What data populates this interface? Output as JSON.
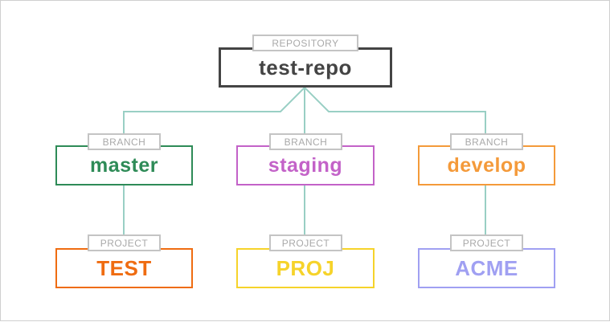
{
  "repository": {
    "tag": "REPOSITORY",
    "name": "test-repo",
    "color": "#444444"
  },
  "branches": [
    {
      "tag": "BRANCH",
      "name": "master",
      "color": "#2e8b57"
    },
    {
      "tag": "BRANCH",
      "name": "staging",
      "color": "#c362c8"
    },
    {
      "tag": "BRANCH",
      "name": "develop",
      "color": "#f49a3a"
    }
  ],
  "projects": [
    {
      "tag": "PROJECT",
      "name": "TEST",
      "color": "#ef6c11"
    },
    {
      "tag": "PROJECT",
      "name": "PROJ",
      "color": "#f6d32a"
    },
    {
      "tag": "PROJECT",
      "name": "ACME",
      "color": "#a0a0f2"
    }
  ],
  "connector_color": "#99cfc4",
  "tag_color": "#a9a9a9"
}
